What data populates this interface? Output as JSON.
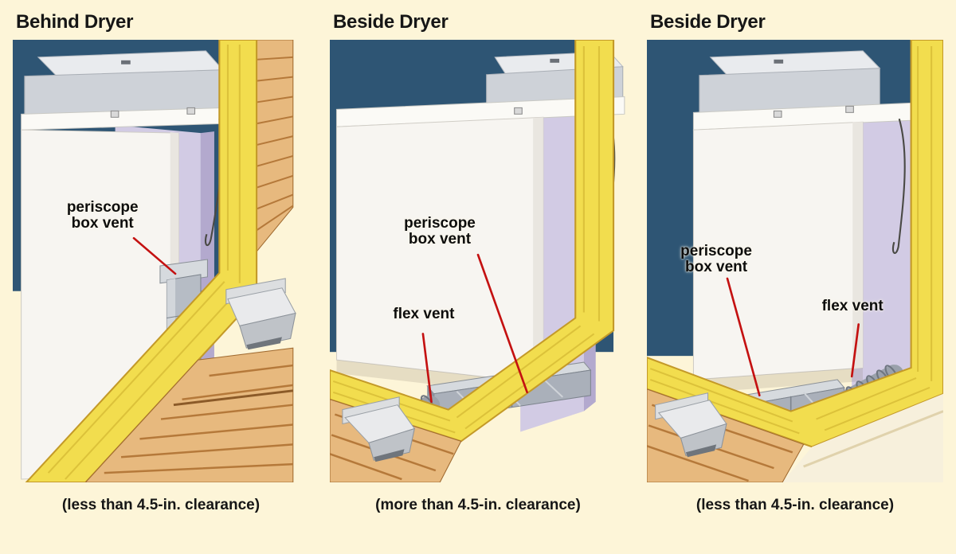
{
  "colors": {
    "page_bg": "#fdf5d8",
    "wall_blue": "#2e5574",
    "insulation_yellow": "#f2dd4e",
    "insulation_edge": "#c49a28",
    "wood_light": "#e7b97e",
    "wood_dark": "#b5793a",
    "dryer_white": "#f7f5f1",
    "panel_lavender": "#d2cbe4",
    "metal_gray": "#b6bcc5",
    "leader_red": "#c41111",
    "text_black": "#161616"
  },
  "panels": [
    {
      "title": "Behind Dryer",
      "caption": "(less than 4.5-in. clearance)",
      "labels": [
        {
          "lines": [
            "periscope",
            "box vent"
          ]
        }
      ]
    },
    {
      "title": "Beside Dryer",
      "caption": "(more than 4.5-in. clearance)",
      "labels": [
        {
          "lines": [
            "periscope",
            "box vent"
          ]
        },
        {
          "lines": [
            "flex vent"
          ]
        }
      ]
    },
    {
      "title": "Beside Dryer",
      "caption": "(less than 4.5-in. clearance)",
      "labels": [
        {
          "lines": [
            "periscope",
            "box vent"
          ]
        },
        {
          "lines": [
            "flex vent"
          ]
        }
      ]
    }
  ]
}
